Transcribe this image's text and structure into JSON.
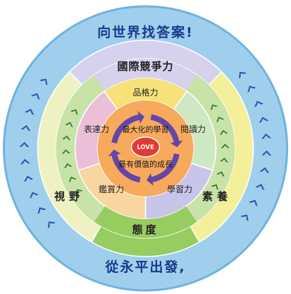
{
  "outer": {
    "top_text": "向世界找答案!",
    "bottom_text": "從永平出發,"
  },
  "middle_ring": {
    "top": "國際競爭力",
    "bottom": "態度",
    "left": "視野",
    "right": "素養"
  },
  "petals": [
    {
      "label": "品格力",
      "color": "#f7e27a"
    },
    {
      "label": "閱讀力",
      "color": "#cfe8c4"
    },
    {
      "label": "學習力",
      "color": "#c9c4ea"
    },
    {
      "label": "鑑賞力",
      "color": "#f9d6a0"
    },
    {
      "label": "表達力",
      "color": "#ecbfd8"
    }
  ],
  "core": {
    "top_text": "最大化的學習",
    "bottom_text": "最有價值的成長",
    "love_text": "LOVE"
  },
  "colors": {
    "outer_ring": "#9fcfec",
    "outer_ring_edge": "#6fb3dd",
    "ring_top": "#d6d2ee",
    "ring_right": "#f4ef9a",
    "ring_bottom": "#97cc60",
    "ring_left": "#eef2c2",
    "arrow_ring": "#c8e2a8",
    "arrow_blue": "#2a57b0",
    "arrow_green": "#2e7d32",
    "core": "#f7a95c",
    "cycle_arrow": "#6246a8",
    "love": "#e53935"
  }
}
